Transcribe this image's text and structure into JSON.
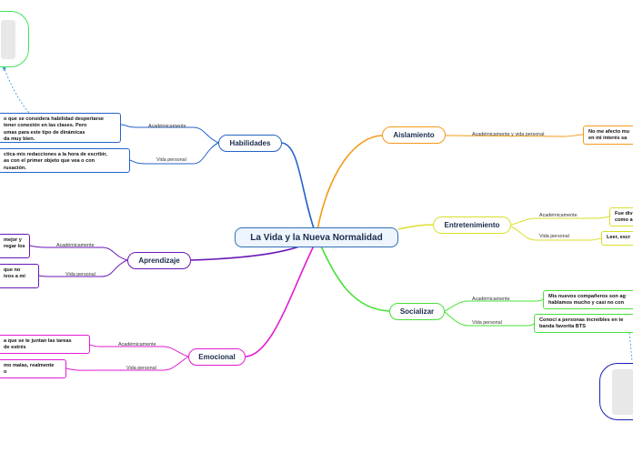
{
  "central": "La Vida y la Nueva Normalidad",
  "colors": {
    "blue": "#2463c9",
    "purple": "#6a16b8",
    "magenta": "#e21bd0",
    "orange": "#f39a1a",
    "yellow": "#d9df2a",
    "green": "#49e03a",
    "navy": "#1b1fb5",
    "bubble_green": "#3fe35b"
  },
  "left": {
    "habilidades": {
      "title": "Habilidades",
      "acad": "Académicamente",
      "acad_text": "o que se considera habilidad despertarse\ntener conexión en las clases. Pero\numas para este tipo de dinámicas\nda muy bien.",
      "vida": "Vida personal",
      "vida_text": "ctica mis redacciones a la hora de escribir,\nas con el primer objeto que vea o con\nrusación."
    },
    "aprendizaje": {
      "title": "Aprendizaje",
      "acad": "Académicamente",
      "acad_text": "mejor y\nregar los",
      "vida": "Vida personal",
      "vida_text": "que no\nivos a mi"
    },
    "emocional": {
      "title": "Emocional",
      "acad": "Académicamente",
      "acad_text": "a que se te juntan las tareas\nde estrés",
      "vida": "Vida personal",
      "vida_text": "mo malas, realmente\no"
    }
  },
  "right": {
    "aislamiento": {
      "title": "Aislamiento",
      "label": "Académicamente y vida personal",
      "text": "No me afecto mu\nen mi interés sa"
    },
    "entretenimiento": {
      "title": "Entretenimiento",
      "acad": "Académicamente",
      "acad_text": "Fue div\ncomo a",
      "vida": "Vida personal",
      "vida_text": "Leer, escr"
    },
    "socializar": {
      "title": "Socializar",
      "acad": "Académicamente",
      "acad_text": "Mis nuevos compañeros son ag\nhablamos mucho y casi no con",
      "vida": "Vida personal",
      "vida_text": "Conocí a personas increíbles en te\nbanda favorita BTS"
    }
  }
}
